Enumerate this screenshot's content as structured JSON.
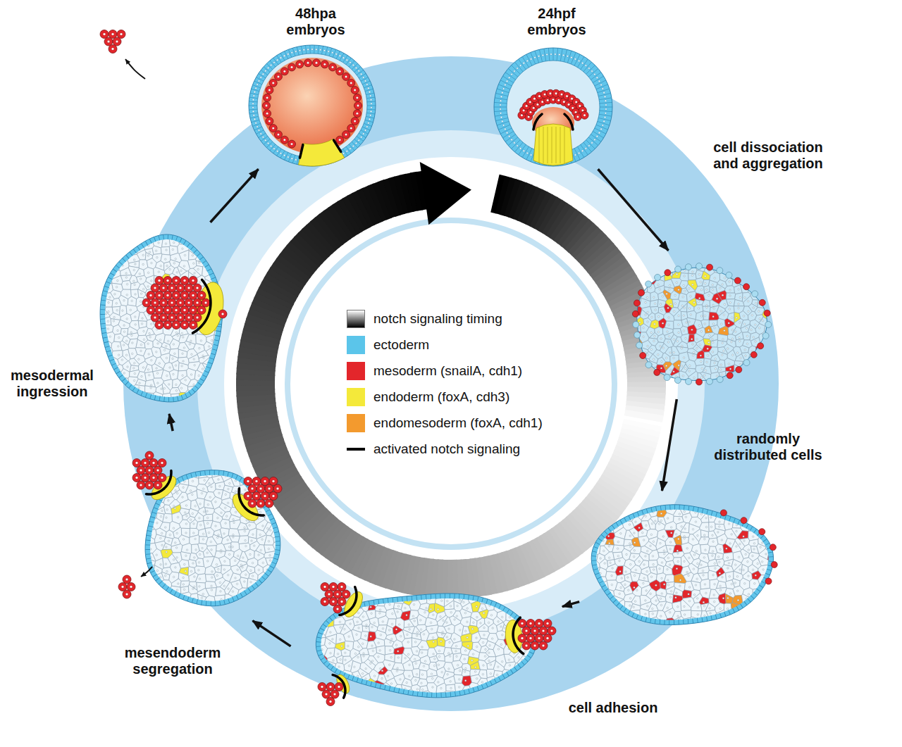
{
  "diagram": {
    "nodes": [
      {
        "text": [
          "48hpa embryos"
        ]
      },
      {
        "text": [
          "24hpf embryos"
        ]
      },
      {
        "text": [
          "cell dissociation and aggregation"
        ]
      },
      {
        "text": [
          "randomly distributed cells"
        ]
      },
      {
        "text": [
          "cell adhesion"
        ]
      },
      {
        "text": [
          "mesendoderm segregation"
        ]
      },
      {
        "text": [
          "mesodermal ingression"
        ]
      }
    ],
    "edges": [
      {
        "from": 1,
        "to": 2,
        "arrow": "to"
      },
      {
        "from": 2,
        "to": 3,
        "arrow": "to"
      },
      {
        "from": 3,
        "to": 4,
        "arrow": "to"
      },
      {
        "from": 4,
        "to": 5,
        "arrow": "to"
      },
      {
        "from": 5,
        "to": 6,
        "arrow": "to"
      },
      {
        "from": 6,
        "to": 0,
        "arrow": "to"
      }
    ],
    "legend": [
      {
        "text": "notch signaling timing"
      },
      {
        "text": "ectoderm",
        "color": "#5bc5ea"
      },
      {
        "text": "mesoderm (snailA, cdh1)",
        "color": "#e3262b"
      },
      {
        "text": "endoderm (foxA, cdh3)",
        "color": "#f4e93a"
      },
      {
        "text": "endomesoderm (foxA, cdh1)",
        "color": "#f39a2e"
      },
      {
        "text": "activated notch signaling"
      }
    ]
  }
}
